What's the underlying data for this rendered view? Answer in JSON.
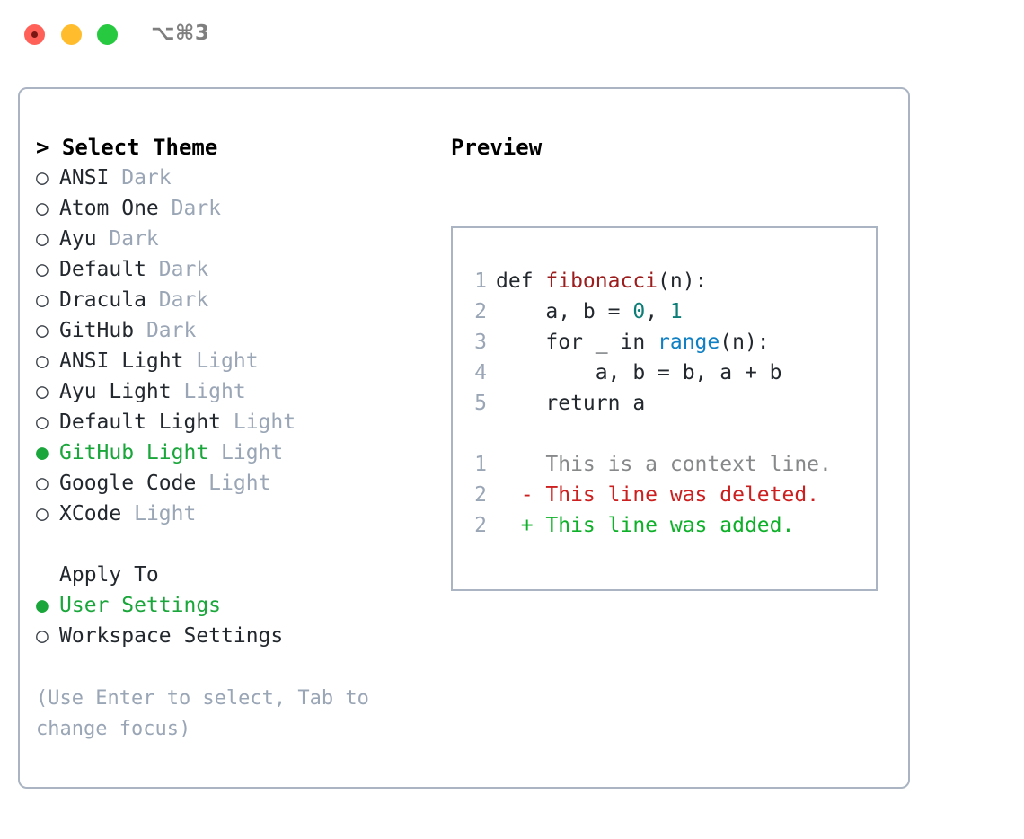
{
  "window": {
    "shortcut": "⌥⌘3",
    "traffic_lights": {
      "close": "close-dot",
      "minimize": "minimize-dot",
      "maximize": "maximize-dot"
    },
    "colors": {
      "close": "#ff6159",
      "minimize": "#ffbd2e",
      "maximize": "#26c93f",
      "panel_border": "#aab4c2",
      "accent_green": "#1aa63b",
      "muted": "#9aa6b6"
    }
  },
  "theme_picker": {
    "heading": "> Select Theme",
    "bullet_unselected": "○",
    "bullet_selected": "●",
    "items": [
      {
        "name": "ANSI",
        "suffix": "Dark",
        "selected": false
      },
      {
        "name": "Atom One",
        "suffix": "Dark",
        "selected": false
      },
      {
        "name": "Ayu",
        "suffix": "Dark",
        "selected": false
      },
      {
        "name": "Default",
        "suffix": "Dark",
        "selected": false
      },
      {
        "name": "Dracula",
        "suffix": "Dark",
        "selected": false
      },
      {
        "name": "GitHub",
        "suffix": "Dark",
        "selected": false
      },
      {
        "name": "ANSI Light",
        "suffix": "Light",
        "selected": false
      },
      {
        "name": "Ayu Light",
        "suffix": "Light",
        "selected": false
      },
      {
        "name": "Default Light",
        "suffix": "Light",
        "selected": false
      },
      {
        "name": "GitHub Light",
        "suffix": "Light",
        "selected": true
      },
      {
        "name": "Google Code",
        "suffix": "Light",
        "selected": false
      },
      {
        "name": "XCode",
        "suffix": "Light",
        "selected": false
      }
    ]
  },
  "apply_to": {
    "heading": "Apply To",
    "options": [
      {
        "name": "User Settings",
        "selected": true
      },
      {
        "name": "Workspace Settings",
        "selected": false
      }
    ]
  },
  "hint": "(Use Enter to select, Tab to change focus)",
  "preview": {
    "title": "Preview",
    "code_lines": [
      {
        "num": "1",
        "segments": [
          {
            "text": "def ",
            "type": "plain"
          },
          {
            "text": "fibonacci",
            "type": "func"
          },
          {
            "text": "(n):",
            "type": "plain"
          }
        ]
      },
      {
        "num": "2",
        "segments": [
          {
            "text": "    a, b = ",
            "type": "plain"
          },
          {
            "text": "0",
            "type": "num"
          },
          {
            "text": ", ",
            "type": "plain"
          },
          {
            "text": "1",
            "type": "num"
          }
        ]
      },
      {
        "num": "3",
        "segments": [
          {
            "text": "    for _ in ",
            "type": "plain"
          },
          {
            "text": "range",
            "type": "builtin"
          },
          {
            "text": "(n):",
            "type": "plain"
          }
        ]
      },
      {
        "num": "4",
        "segments": [
          {
            "text": "        a, b = b, a + b",
            "type": "plain"
          }
        ]
      },
      {
        "num": "5",
        "segments": [
          {
            "text": "    return a",
            "type": "plain"
          }
        ]
      }
    ],
    "diff_lines": [
      {
        "num": "1",
        "marker": "  ",
        "text": "This is a context line.",
        "type": "ctx"
      },
      {
        "num": "2",
        "marker": "- ",
        "text": "This line was deleted.",
        "type": "del"
      },
      {
        "num": "2",
        "marker": "+ ",
        "text": "This line was added.",
        "type": "add"
      }
    ]
  }
}
